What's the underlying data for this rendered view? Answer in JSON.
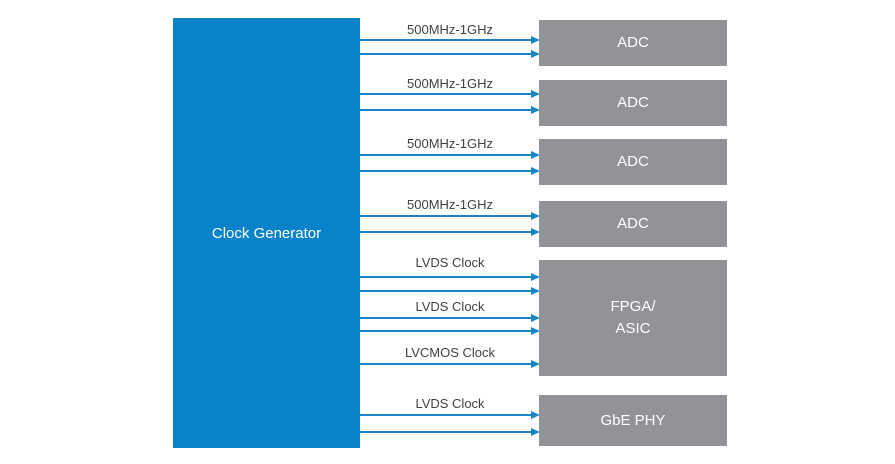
{
  "source": {
    "label": "Clock Generator"
  },
  "targets": [
    {
      "label": "ADC"
    },
    {
      "label": "ADC"
    },
    {
      "label": "ADC"
    },
    {
      "label": "ADC"
    },
    {
      "label": "FPGA/\nASIC"
    },
    {
      "label": "GbE PHY"
    }
  ],
  "connections": [
    {
      "label": "500MHz-1GHz",
      "target": "ADC",
      "arrow_count": 2
    },
    {
      "label": "500MHz-1GHz",
      "target": "ADC",
      "arrow_count": 2
    },
    {
      "label": "500MHz-1GHz",
      "target": "ADC",
      "arrow_count": 2
    },
    {
      "label": "500MHz-1GHz",
      "target": "ADC",
      "arrow_count": 2
    },
    {
      "label": "LVDS Clock",
      "target": "FPGA/ASIC",
      "arrow_count": 2
    },
    {
      "label": "LVDS Clock",
      "target": "FPGA/ASIC",
      "arrow_count": 2
    },
    {
      "label": "LVCMOS Clock",
      "target": "FPGA/ASIC",
      "arrow_count": 1
    },
    {
      "label": "LVDS Clock",
      "target": "GbE PHY",
      "arrow_count": 2
    }
  ],
  "colors": {
    "background": "#ffffff",
    "source_fill": "#0883c9",
    "target_fill": "#919396",
    "arrow": "#1a84c6",
    "block_text": "#ffffff",
    "connection_label": "#3f4245"
  }
}
